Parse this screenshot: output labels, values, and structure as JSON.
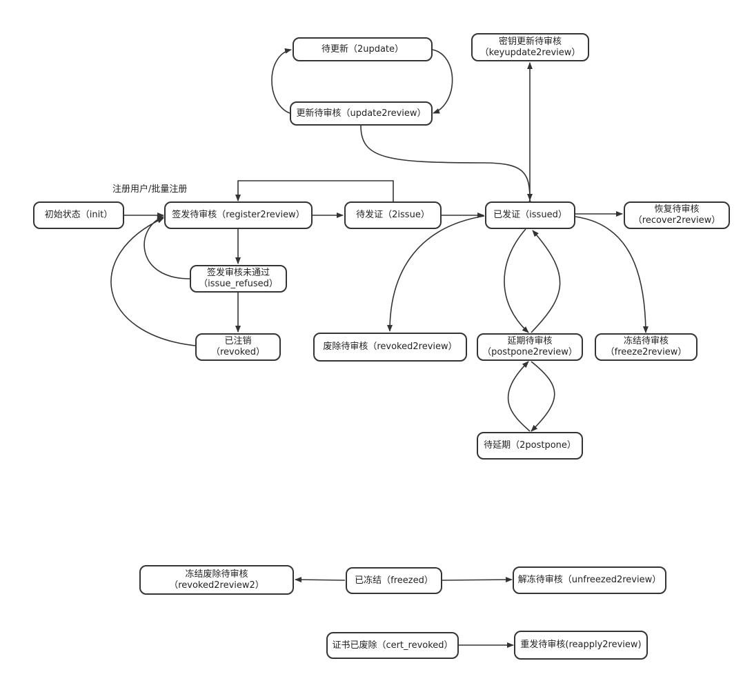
{
  "nodes": {
    "init": {
      "label": "初始状态（init）"
    },
    "register2review": {
      "label": "签发待审核（register2review）"
    },
    "issue_refused": {
      "line1": "签发审核未通过",
      "line2": "（issue_refused）"
    },
    "revoked": {
      "line1": "已注销",
      "line2": "（revoked）"
    },
    "to_issue": {
      "label": "待发证（2issue）"
    },
    "issued": {
      "label": "已发证（issued）"
    },
    "recover2review": {
      "line1": "恢复待审核",
      "line2": "（recover2review）"
    },
    "to_update": {
      "label": "待更新（2update）"
    },
    "update2review": {
      "label": "更新待审核（update2review）"
    },
    "keyupdate2review": {
      "line1": "密钥更新待审核",
      "line2": "（keyupdate2review）"
    },
    "revoked2review": {
      "label": "废除待审核（revoked2review）"
    },
    "postpone2review": {
      "line1": "延期待审核",
      "line2": "（postpone2review）"
    },
    "freeze2review": {
      "line1": "冻结待审核",
      "line2": "（freeze2review）"
    },
    "to_postpone": {
      "label": "待延期（2postpone）"
    },
    "revoked2review2": {
      "line1": "冻结废除待审核",
      "line2": "（revoked2review2）"
    },
    "freezed": {
      "label": "已冻结（freezed）"
    },
    "unfreezed2review": {
      "label": "解冻待审核（unfreezed2review）"
    },
    "cert_revoked": {
      "label": "证书已废除（cert_revoked）"
    },
    "reapply2review": {
      "label": "重发待审核(reapply2review)"
    }
  },
  "labels": {
    "register_batch": "注册用户/批量注册"
  }
}
